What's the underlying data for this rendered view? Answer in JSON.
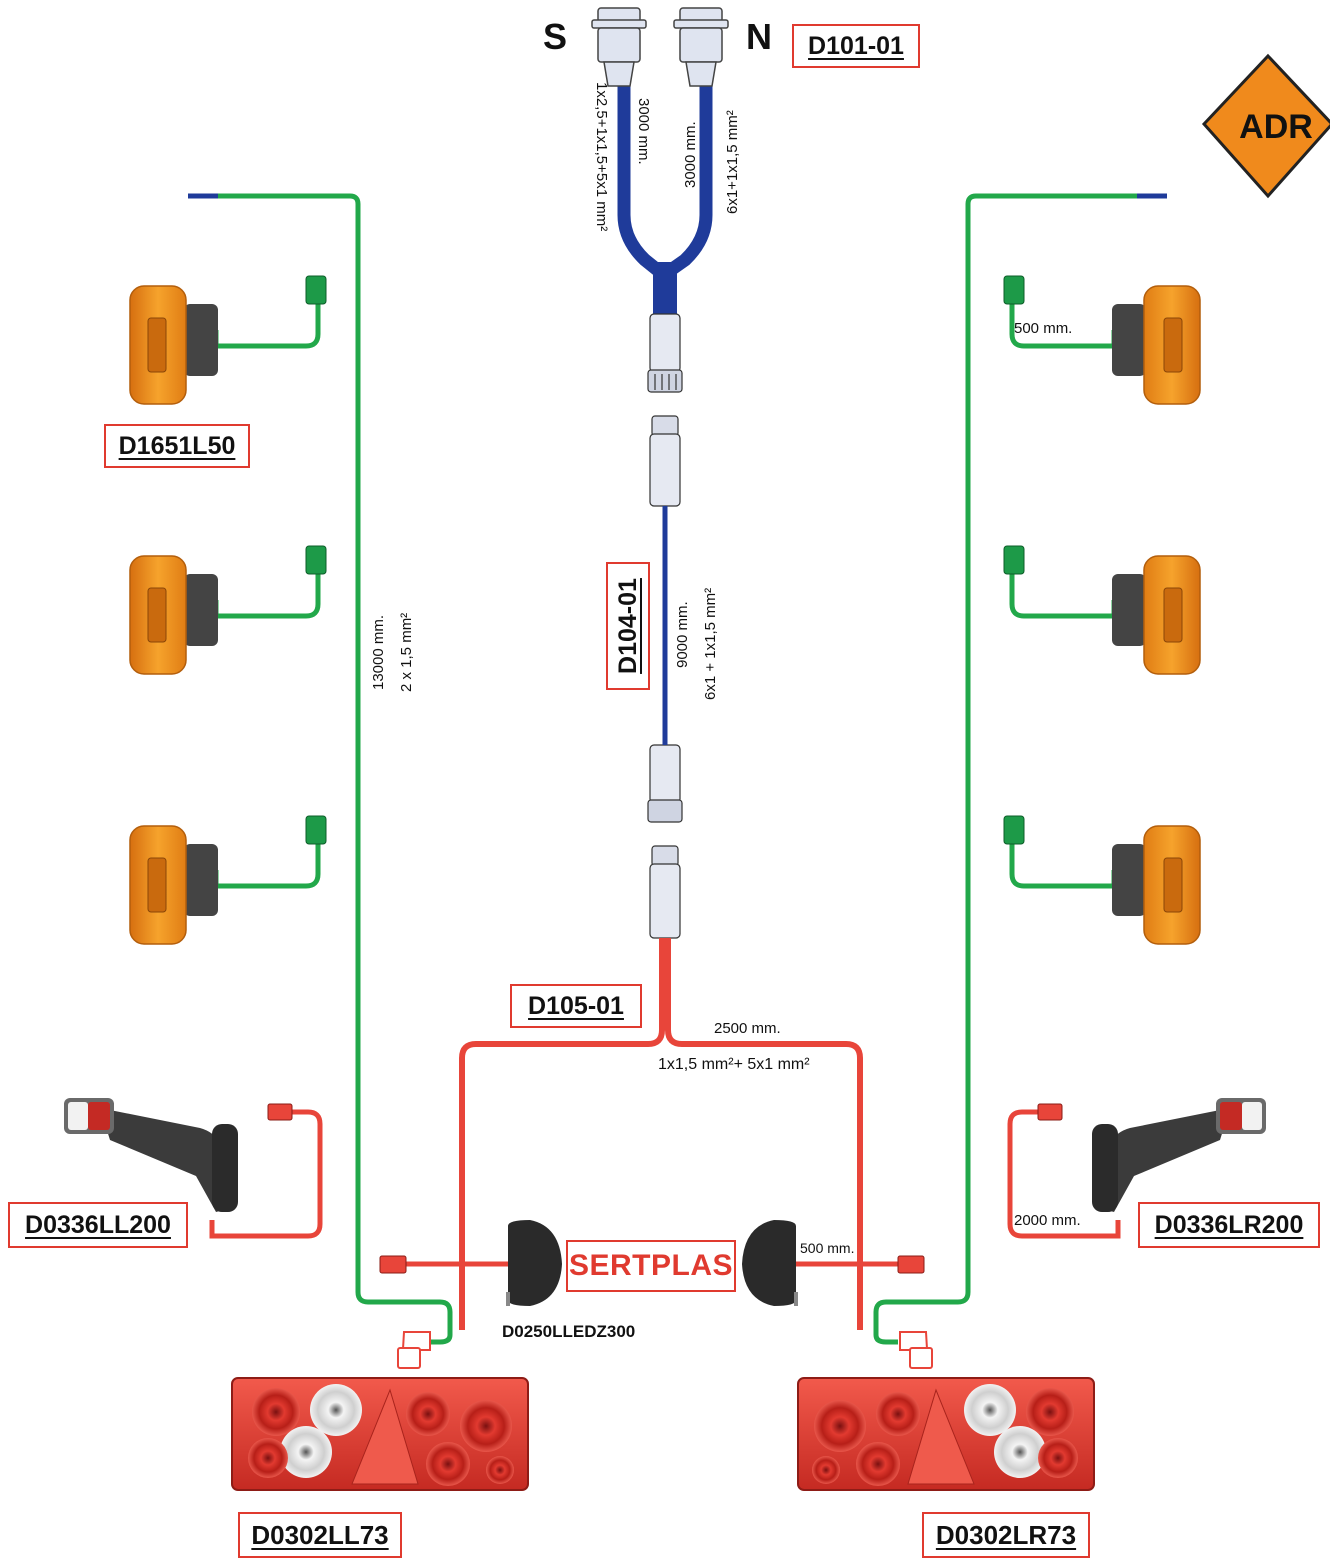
{
  "labels": {
    "socket_s": "S",
    "socket_n": "N",
    "part_d101": "D101-01",
    "part_d104": "D104-01",
    "part_d105": "D105-01",
    "part_marker": "D1651L50",
    "part_outline_left": "D0336LL200",
    "part_outline_right": "D0336LR200",
    "part_plate_lamp": "D0250LLEDZ300",
    "part_rear_left": "D0302LL73",
    "part_rear_right": "D0302LR73",
    "brand": "SERTPLAS",
    "adr": "ADR"
  },
  "cable_specs": {
    "s_length": "3000 mm.",
    "s_section": "1x2,5+1x1,5+5x1 mm²",
    "n_length": "3000 mm.",
    "n_section": "6x1+1x1,5 mm²",
    "side_length": "13000 mm.",
    "side_section": "2 x 1,5 mm²",
    "d104_length": "9000 mm.",
    "d104_section": "6x1 + 1x1,5 mm²",
    "d105_length": "2500 mm.",
    "d105_section": "1x1,5 mm²+ 5x1 mm²",
    "marker_lead": "500 mm.",
    "outline_lead": "2000 mm.",
    "plate_lead": "500 mm."
  },
  "colors": {
    "blue_cable": "#1f3b9a",
    "green_cable": "#22a84a",
    "red_cable": "#e8453a",
    "amber_lamp": "#f0921a",
    "red_frame": "#e03a2f",
    "adr_orange": "#f08a1c"
  }
}
